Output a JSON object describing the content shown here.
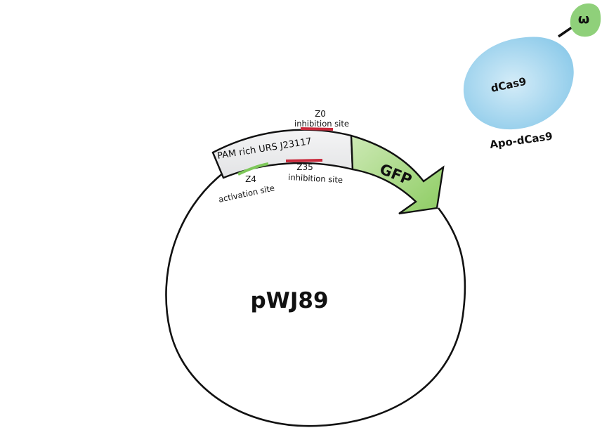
{
  "plasmid": {
    "name": "pWJ89",
    "promoter_label": "PAM rich URS J23117",
    "gene_label": "GFP"
  },
  "sites": {
    "z0": {
      "name": "Z0",
      "type": "inhibition site",
      "color": "#c8283a"
    },
    "z35": {
      "name": "Z35",
      "type": "inhibition site",
      "color": "#c8283a"
    },
    "z4": {
      "name": "Z4",
      "type": "activation site",
      "color": "#7ec85a"
    }
  },
  "protein": {
    "body_label": "dCas9",
    "domain_label": "ω",
    "complex_label": "Apo-dCas9"
  },
  "colors": {
    "promoter_fill": "#e2e3e5",
    "gene_fill": "#8dcc62",
    "protein_fill": "#8ecbea",
    "omega_fill": "#8fd07a",
    "outline": "#111111"
  }
}
